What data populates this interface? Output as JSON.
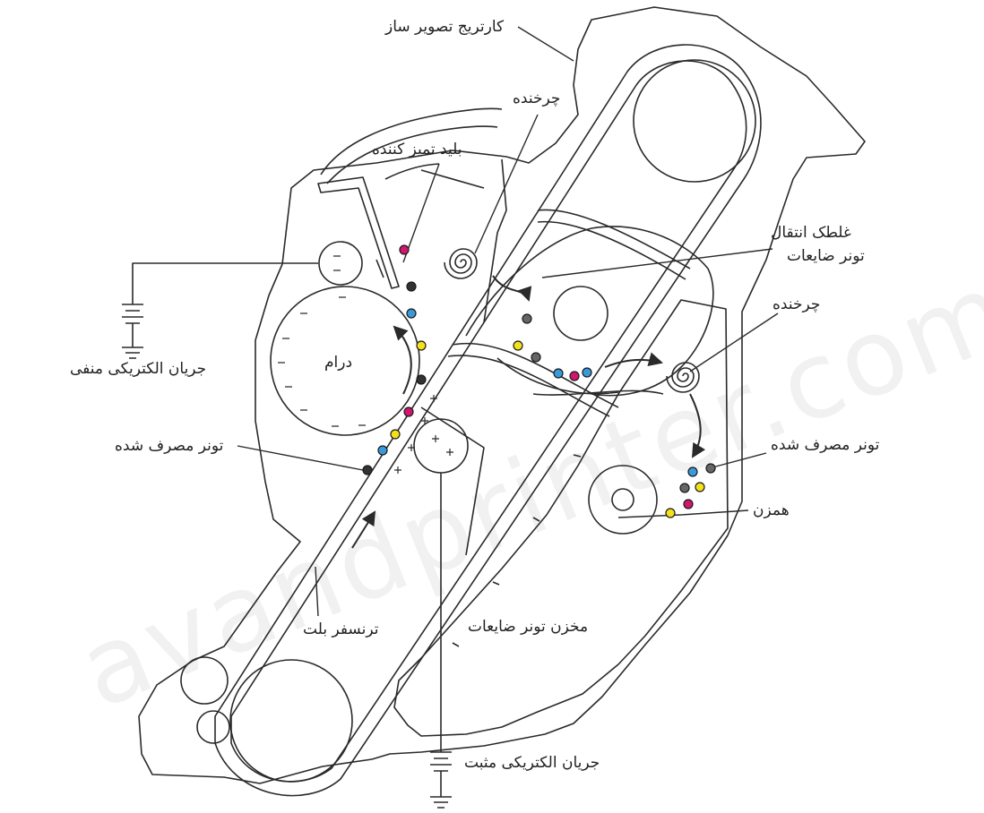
{
  "labels": {
    "cartridge": "کارتریج تصویر ساز",
    "spinner_top": "چرخنده",
    "cleaning_blade": "بلید تمیز کننده",
    "waste_roller_line1": "غلطک انتقال",
    "waste_roller_line2": "تونر ضایعات",
    "spinner_right": "چرخنده",
    "negative_current": "جریان الکتریکی منفی",
    "drum": "درام",
    "used_toner_left": "تونر مصرف شده",
    "used_toner_right": "تونر مصرف شده",
    "stirrer": "همزن",
    "transfer_belt": "ترنسفر بلت",
    "waste_tank": "مخزن تونر ضایعات",
    "positive_current": "جریان الکتریکی مثبت"
  },
  "watermark": "avandprinter.com",
  "colors": {
    "cyan": "#3a9ad9",
    "magenta": "#d1166e",
    "yellow": "#f5e11a",
    "black": "#333333",
    "gray": "#666666",
    "line": "#2a2a2a"
  },
  "toner_particles": [
    {
      "color": "magenta"
    },
    {
      "color": "black"
    },
    {
      "color": "cyan"
    },
    {
      "color": "yellow"
    },
    {
      "color": "black"
    },
    {
      "color": "magenta"
    },
    {
      "color": "yellow"
    },
    {
      "color": "cyan"
    },
    {
      "color": "black"
    },
    {
      "color": "gray"
    },
    {
      "color": "yellow"
    },
    {
      "color": "gray"
    },
    {
      "color": "cyan"
    },
    {
      "color": "magenta"
    },
    {
      "color": "cyan"
    },
    {
      "color": "cyan"
    },
    {
      "color": "gray"
    },
    {
      "color": "gray"
    },
    {
      "color": "yellow"
    },
    {
      "color": "magenta"
    },
    {
      "color": "yellow"
    }
  ]
}
